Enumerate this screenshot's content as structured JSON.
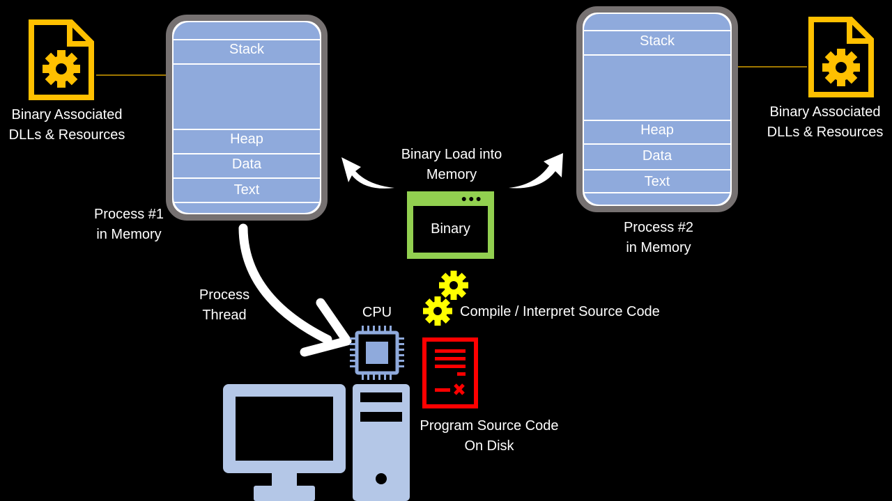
{
  "process1": {
    "segments": [
      "Stack",
      "Heap",
      "Data",
      "Text"
    ],
    "caption": [
      "Process #1",
      "in Memory"
    ]
  },
  "process2": {
    "segments": [
      "Stack",
      "Heap",
      "Data",
      "Text"
    ],
    "caption": [
      "Process #2",
      "in Memory"
    ]
  },
  "dll_left": [
    "Binary Associated",
    "DLLs & Resources"
  ],
  "dll_right": [
    "Binary Associated",
    "DLLs & Resources"
  ],
  "load_label": [
    "Binary Load into",
    "Memory"
  ],
  "binary_label": "Binary",
  "thread_label": [
    "Process",
    "Thread"
  ],
  "cpu_label": "CPU",
  "compile_label": "Compile / Interpret Source Code",
  "source_label": [
    "Program Source Code",
    "On Disk"
  ],
  "icons": {
    "dll_file": "gear-file-icon",
    "compile": "gears-icon",
    "cpu": "cpu-chip-icon",
    "computer": "desktop-computer-icon",
    "source": "code-document-icon",
    "binary": "app-window-icon"
  },
  "colors": {
    "background": "#000000",
    "memory_fill": "#8faadc",
    "memory_frame": "#767171",
    "dll_accent": "#ffc000",
    "binary_window": "#92d050",
    "gears": "#ffff00",
    "source_doc": "#ff0000",
    "computer": "#b4c7e7"
  }
}
